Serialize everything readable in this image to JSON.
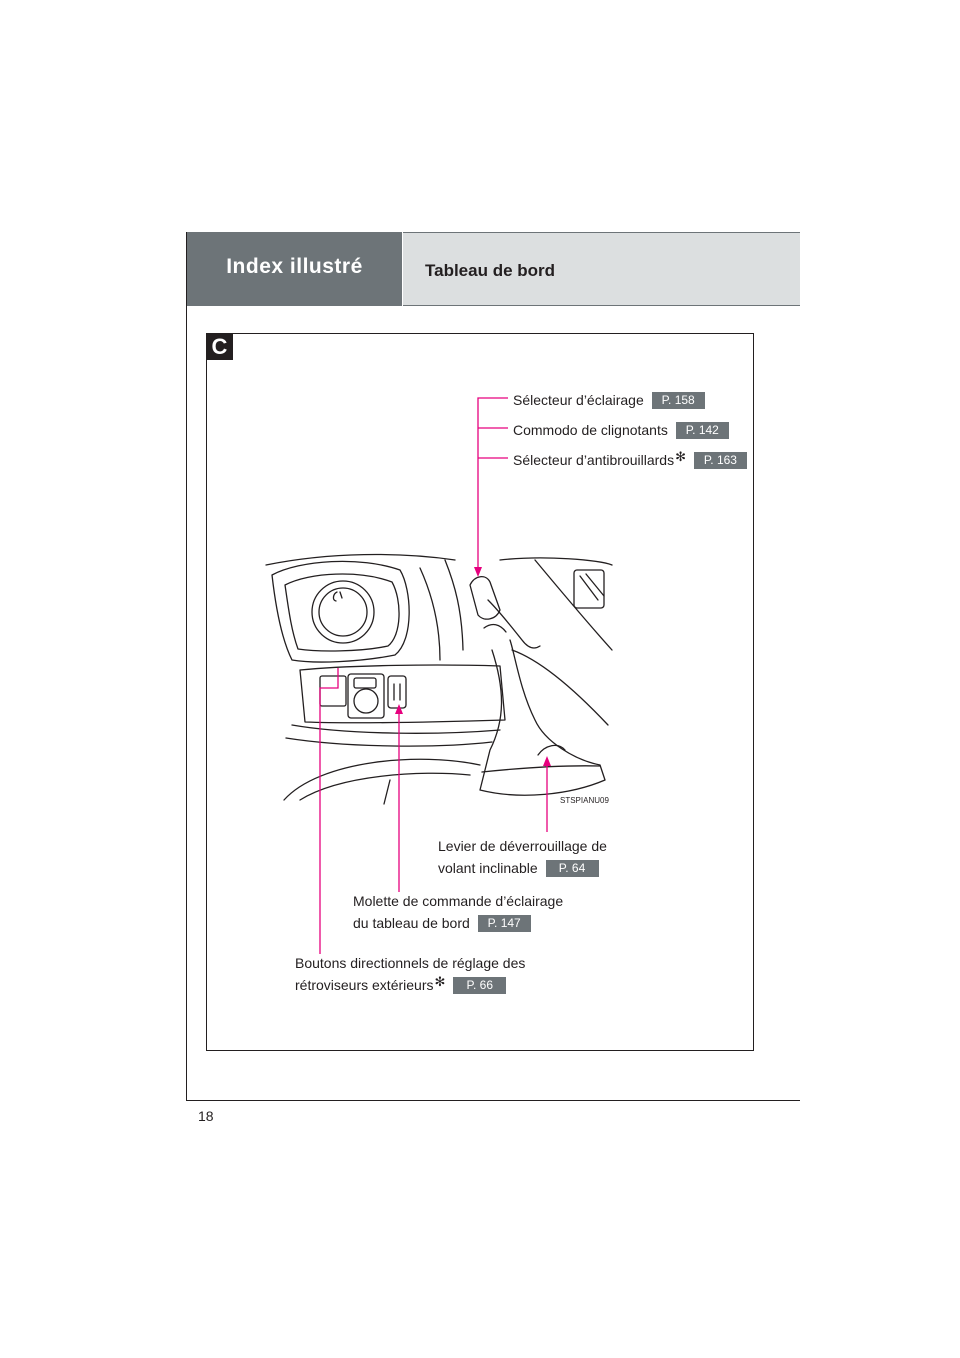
{
  "header": {
    "section_title": "Index illustré",
    "subtitle": "Tableau de bord"
  },
  "figure": {
    "section_letter": "C",
    "image_code": "STSPIANU09"
  },
  "callouts": {
    "lighting_selector": {
      "label": "Sélecteur d’éclairage",
      "page_ref": "P. 158"
    },
    "turn_signal_lever": {
      "label": "Commodo de clignotants",
      "page_ref": "P. 142"
    },
    "fog_light_selector": {
      "label": "Sélecteur d’antibrouillards",
      "star": "✻",
      "page_ref": "P. 163"
    },
    "tilt_release_lever": {
      "line1": "Levier de déverrouillage de",
      "line2": "volant inclinable",
      "page_ref": "P. 64"
    },
    "dash_light_dial": {
      "line1": "Molette de commande d’éclairage",
      "line2": "du tableau de bord",
      "page_ref": "P. 147"
    },
    "mirror_buttons": {
      "line1": "Boutons directionnels de réglage des",
      "line2": "rétroviseurs extérieurs",
      "star": "✻",
      "page_ref": "P. 66"
    }
  },
  "page": {
    "number": "18"
  },
  "colors": {
    "header_dark": "#6d7478",
    "header_light": "#dcdfe0",
    "callout_line": "#e6007e",
    "pill": "#6d7478"
  }
}
